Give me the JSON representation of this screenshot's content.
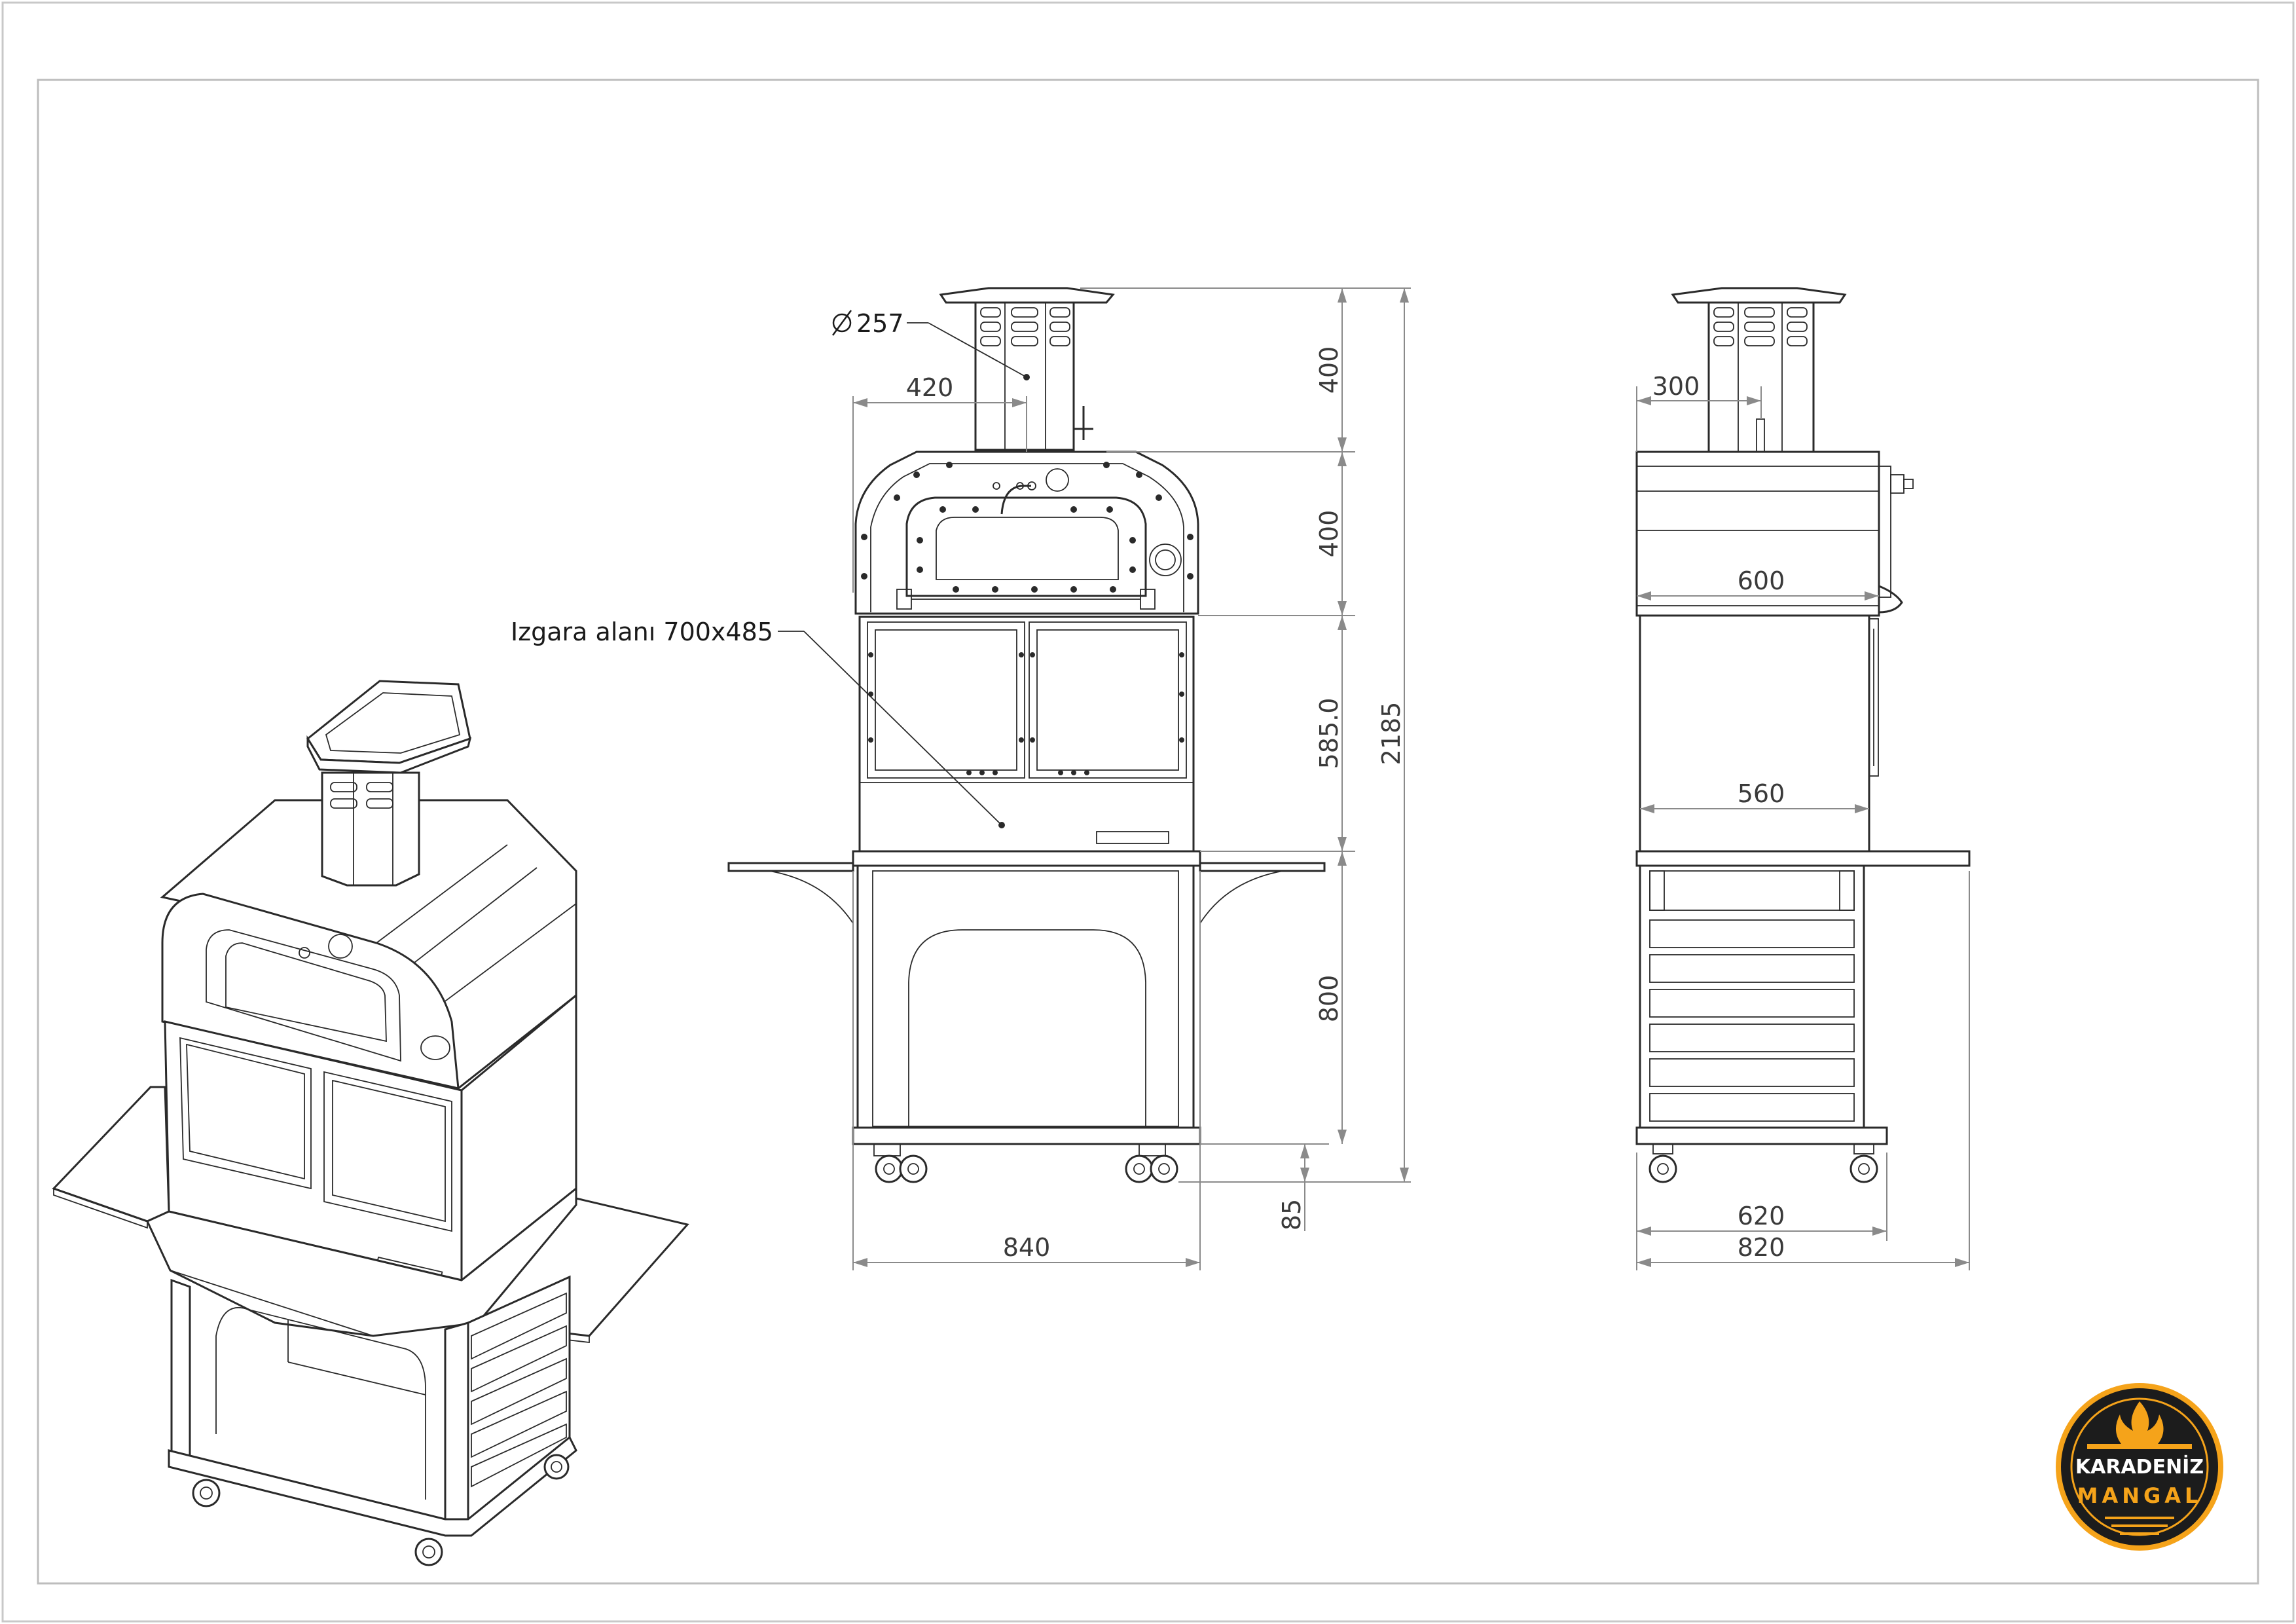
{
  "drawing": {
    "callouts": {
      "diameter": "257",
      "grill_area": "Izgara alanı 700x485"
    },
    "front_view_dims": {
      "chimney_offset": "420",
      "chimney_height": "400",
      "dome_height": "400",
      "cabinet_height": "585.0",
      "base_height": "800",
      "total_height": "2185",
      "wheel_height": "85",
      "total_width": "840"
    },
    "side_view_dims": {
      "chimney_offset": "300",
      "body_depth": "600",
      "cabinet_depth": "560",
      "base_depth": "620",
      "total_depth": "820"
    }
  },
  "logo": {
    "line1": "KARADENİZ",
    "line2": "MANGAL",
    "ring_color": "#1c1c1c",
    "accent_color": "#f5a31a"
  }
}
